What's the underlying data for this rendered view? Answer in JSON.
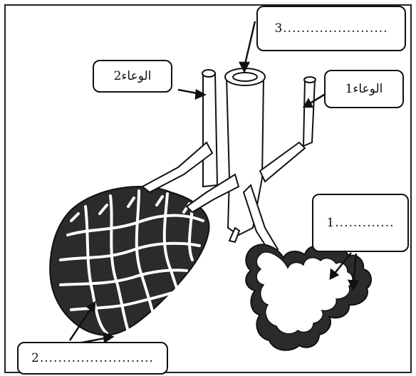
{
  "labels": {
    "box3": "3.......................",
    "vessel2": "الوعاء2",
    "vessel1": "الوعاء1",
    "box1": "1.............",
    "box2": "2........................."
  },
  "colors": {
    "ink": "#111111",
    "paper": "#ffffff",
    "tissue": "#2b2b2b"
  }
}
